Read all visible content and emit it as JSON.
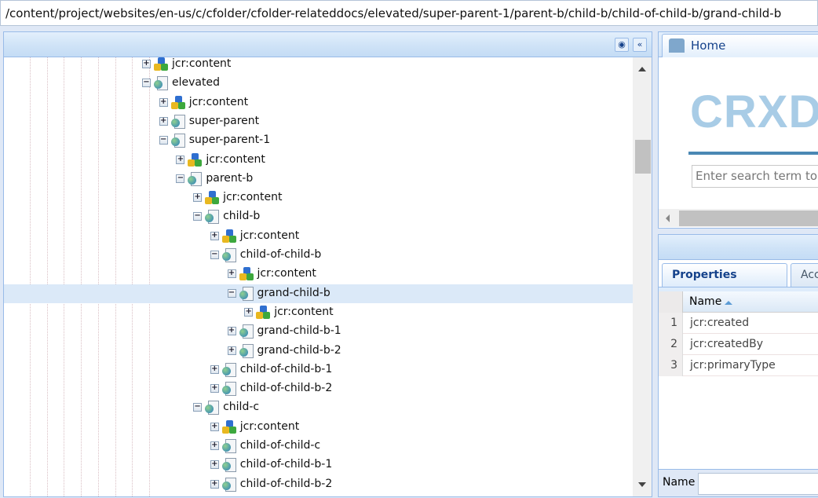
{
  "address_path": "/content/project/websites/en-us/c/cfolder/cfolder-relateddocs/elevated/super-parent-1/parent-b/child-b/child-of-child-b/grand-child-b",
  "tree": [
    {
      "label": "jcr:content",
      "level": 0,
      "state": "collapsed",
      "type": "content"
    },
    {
      "label": "elevated",
      "level": 0,
      "state": "expanded",
      "type": "page"
    },
    {
      "label": "jcr:content",
      "level": 1,
      "state": "collapsed",
      "type": "content"
    },
    {
      "label": "super-parent",
      "level": 1,
      "state": "collapsed",
      "type": "page"
    },
    {
      "label": "super-parent-1",
      "level": 1,
      "state": "expanded",
      "type": "page"
    },
    {
      "label": "jcr:content",
      "level": 2,
      "state": "collapsed",
      "type": "content"
    },
    {
      "label": "parent-b",
      "level": 2,
      "state": "expanded",
      "type": "page"
    },
    {
      "label": "jcr:content",
      "level": 3,
      "state": "collapsed",
      "type": "content"
    },
    {
      "label": "child-b",
      "level": 3,
      "state": "expanded",
      "type": "page"
    },
    {
      "label": "jcr:content",
      "level": 4,
      "state": "collapsed",
      "type": "content"
    },
    {
      "label": "child-of-child-b",
      "level": 4,
      "state": "expanded",
      "type": "page"
    },
    {
      "label": "jcr:content",
      "level": 5,
      "state": "collapsed",
      "type": "content"
    },
    {
      "label": "grand-child-b",
      "level": 5,
      "state": "expanded",
      "type": "page",
      "selected": true
    },
    {
      "label": "jcr:content",
      "level": 6,
      "state": "collapsed",
      "type": "content"
    },
    {
      "label": "grand-child-b-1",
      "level": 5,
      "state": "collapsed",
      "type": "page"
    },
    {
      "label": "grand-child-b-2",
      "level": 5,
      "state": "collapsed",
      "type": "page"
    },
    {
      "label": "child-of-child-b-1",
      "level": 4,
      "state": "collapsed",
      "type": "page"
    },
    {
      "label": "child-of-child-b-2",
      "level": 4,
      "state": "collapsed",
      "type": "page"
    },
    {
      "label": "child-c",
      "level": 3,
      "state": "expanded",
      "type": "page"
    },
    {
      "label": "jcr:content",
      "level": 4,
      "state": "collapsed",
      "type": "content"
    },
    {
      "label": "child-of-child-c",
      "level": 4,
      "state": "collapsed",
      "type": "page"
    },
    {
      "label": "child-of-child-b-1",
      "level": 4,
      "state": "collapsed",
      "type": "page"
    },
    {
      "label": "child-of-child-b-2",
      "level": 4,
      "state": "collapsed",
      "type": "page"
    }
  ],
  "home": {
    "tab_label": "Home",
    "logo": "CRXDE",
    "search_placeholder": "Enter search term to search"
  },
  "props": {
    "tabs": [
      "Properties",
      "Access Control"
    ],
    "column": "Name",
    "rows": [
      {
        "n": "1",
        "name": "jcr:created"
      },
      {
        "n": "2",
        "name": "jcr:createdBy"
      },
      {
        "n": "3",
        "name": "jcr:primaryType"
      }
    ],
    "name_label": "Name"
  }
}
